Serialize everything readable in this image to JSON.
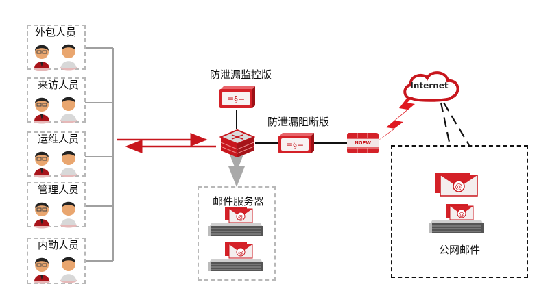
{
  "diagram": {
    "user_groups": [
      {
        "label": "外包人员"
      },
      {
        "label": "来访人员"
      },
      {
        "label": "运维人员"
      },
      {
        "label": "管理人员"
      },
      {
        "label": "内勤人员"
      }
    ],
    "nodes": {
      "monitor": {
        "label": "防泄漏监控版"
      },
      "blocker": {
        "label": "防泄漏阻断版"
      },
      "firewall": {
        "label": "NGFW"
      },
      "internet": {
        "label": "Internet"
      },
      "mail_servers": {
        "label": "邮件服务器"
      },
      "public_mail": {
        "label": "公网邮件"
      }
    },
    "colors": {
      "accent_red": "#c8161d",
      "line_gray": "#a0a0a0",
      "line_black": "#111111"
    }
  }
}
